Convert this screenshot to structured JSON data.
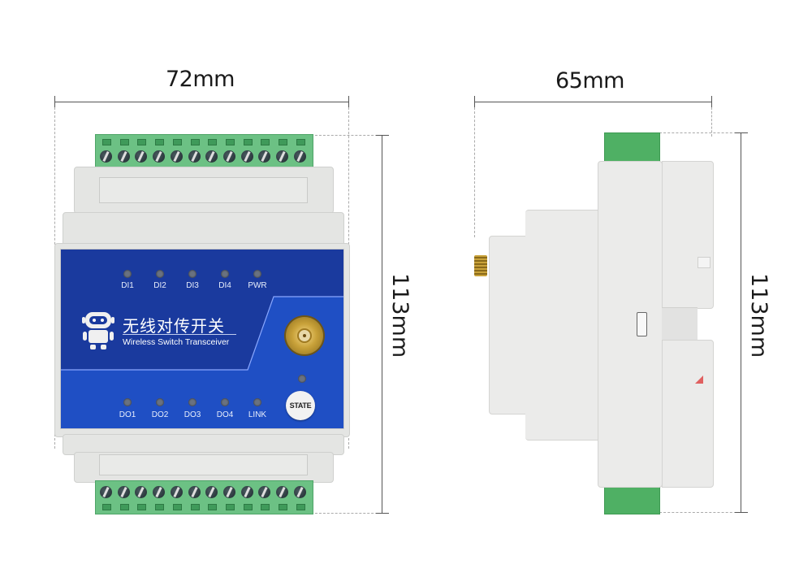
{
  "figure": {
    "type": "product dimension diagram",
    "views": [
      "front",
      "side"
    ]
  },
  "dimensions": {
    "front_width": "72mm",
    "front_height": "113mm",
    "side_width": "65mm",
    "side_height": "113mm"
  },
  "device": {
    "title_cn": "无线对传开关",
    "title_en": "Wireless Switch Transceiver",
    "state_button": "STATE",
    "input_leds": [
      "DI1",
      "DI2",
      "DI3",
      "DI4",
      "PWR"
    ],
    "output_leds": [
      "DO1",
      "DO2",
      "DO3",
      "DO4",
      "LINK"
    ],
    "terminal_count_top": 12,
    "terminal_count_bottom": 12,
    "colors": {
      "panel_blue": "#1f4fc4",
      "panel_dark_blue": "#1a3a9e",
      "terminal_green": "#6cc184",
      "case_gray": "#e4e5e3",
      "antenna_gold": "#c9a23a"
    }
  }
}
